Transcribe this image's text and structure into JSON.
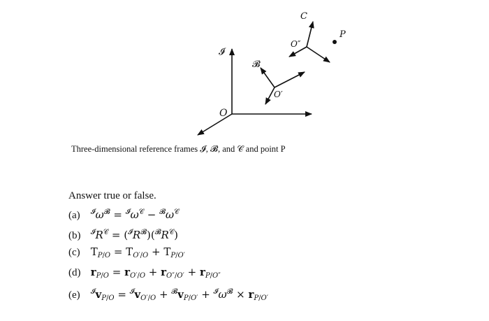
{
  "diagram": {
    "labels": {
      "origin": "O",
      "frame_I": "𝓘",
      "frame_B": "𝓑",
      "frame_C": "C",
      "origin_B": "O′",
      "origin_C": "O″",
      "point": "P"
    }
  },
  "caption": "Three-dimensional reference frames 𝓘, 𝓑, and 𝒞 and point P",
  "quiz": {
    "prompt": "Answer true or false.",
    "items": [
      {
        "label": "(a)"
      },
      {
        "label": "(b)"
      },
      {
        "label": "(c)"
      },
      {
        "label": "(d)"
      },
      {
        "label": "(e)"
      }
    ]
  }
}
